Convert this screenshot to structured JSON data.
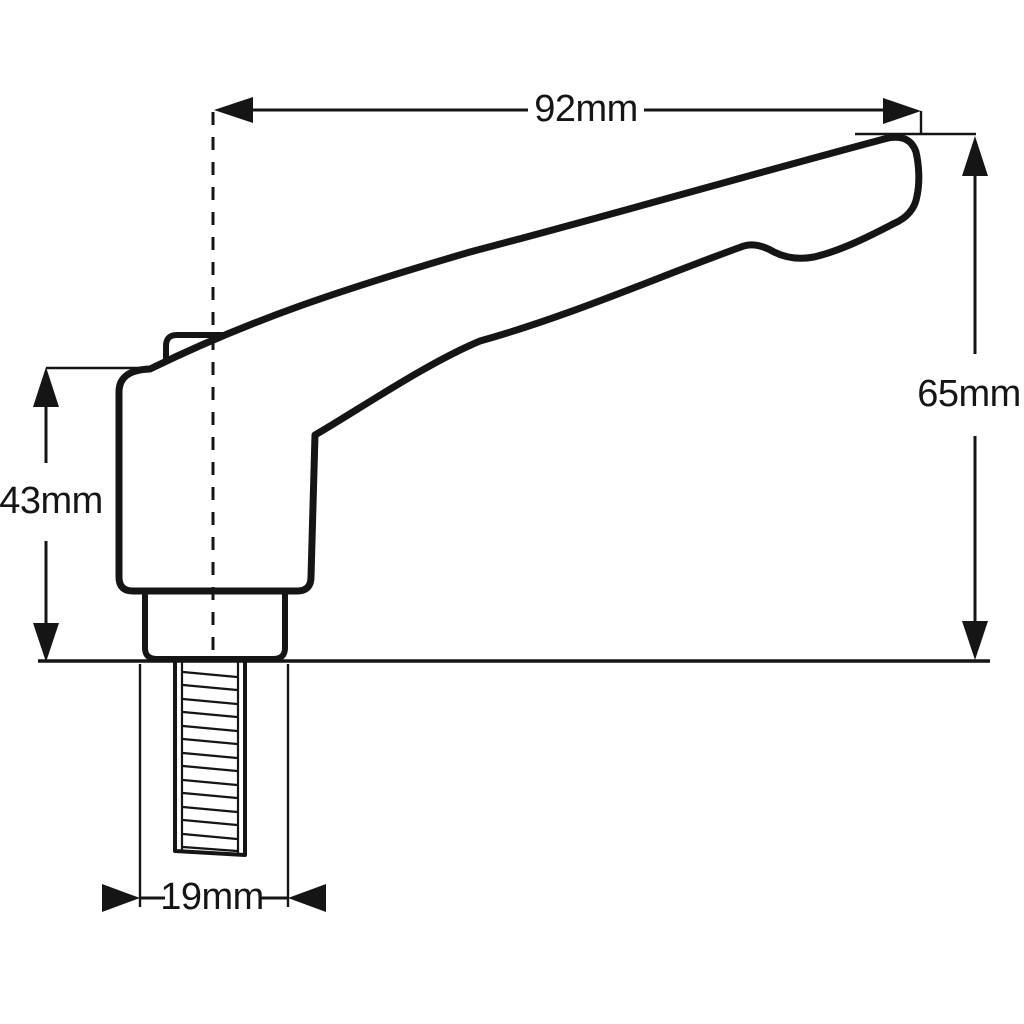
{
  "drawing": {
    "subject": "Adjustable clamping lever with threaded stud, side view",
    "colors": {
      "line": "#151515",
      "background": "#ffffff"
    },
    "dimensions": {
      "overall_length": {
        "label": "92mm"
      },
      "overall_height": {
        "label": "65mm"
      },
      "body_height": {
        "label": "43mm"
      },
      "hub_width": {
        "label": "19mm"
      }
    }
  }
}
